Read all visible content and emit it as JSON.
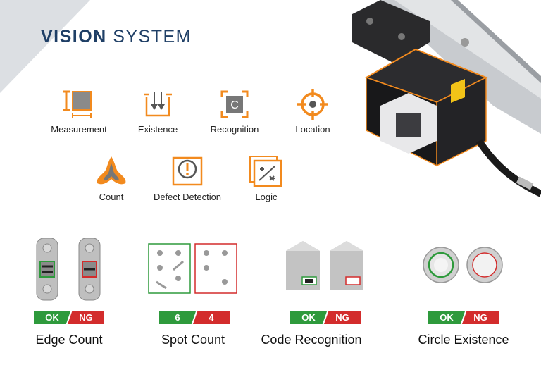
{
  "header": {
    "title_bold": "VISION",
    "title_light": "SYSTEM"
  },
  "colors": {
    "accent": "#f28a1e",
    "title": "#1f3f66",
    "ok": "#2e9a3c",
    "ng": "#d32c2c",
    "corner": "#d9dde2"
  },
  "features": [
    {
      "label": "Measurement",
      "icon": "measurement-icon"
    },
    {
      "label": "Existence",
      "icon": "existence-icon"
    },
    {
      "label": "Recognition",
      "icon": "recognition-icon"
    },
    {
      "label": "Location",
      "icon": "location-icon"
    },
    {
      "label": "Count",
      "icon": "count-icon"
    },
    {
      "label": "Defect Detection",
      "icon": "defect-detection-icon"
    },
    {
      "label": "Logic",
      "icon": "logic-icon"
    }
  ],
  "recognition_letter": "C",
  "demos": [
    {
      "caption": "Edge Count",
      "ok": "OK",
      "ng": "NG"
    },
    {
      "caption": "Spot Count",
      "ok": "6",
      "ng": "4"
    },
    {
      "caption": "Code Recognition",
      "ok": "OK",
      "ng": "NG"
    },
    {
      "caption": "Circle Existence",
      "ok": "OK",
      "ng": "NG"
    }
  ]
}
